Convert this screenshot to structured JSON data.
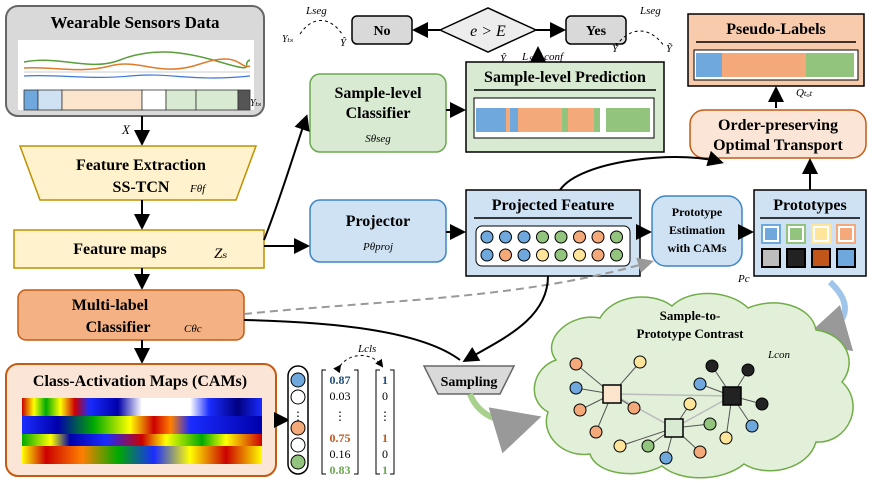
{
  "sensors": {
    "title": "Wearable Sensors Data",
    "x_label": "X",
    "y_ts": "Yₜₛ"
  },
  "feature_extraction": {
    "line1": "Feature Extraction",
    "line2": "SS-TCN",
    "param": "Fθf"
  },
  "feature_maps": {
    "title": "Feature maps",
    "symbol": "Zₛ"
  },
  "mlc": {
    "line1": "Multi-label",
    "line2": "Classifier",
    "param": "Cθc"
  },
  "cams": {
    "title": "Class-Activation Maps (CAMs)"
  },
  "scores": {
    "values": [
      "0.87",
      "0.03",
      "⋮",
      "0.75",
      "0.16",
      "0.83"
    ],
    "labels": [
      "1",
      "0",
      "⋮",
      "1",
      "0",
      "1"
    ],
    "loss": "Lcls"
  },
  "sample_classifier": {
    "line1": "Sample-level",
    "line2": "Classifier",
    "param": "Sθseg"
  },
  "sample_prediction": {
    "title": "Sample-level Prediction"
  },
  "decision": {
    "condition": "e > E",
    "no": "No",
    "yes": "Yes",
    "ls": "L",
    "ls_sub": "S",
    "lconf": "Lconf",
    "lseg": "Lseg",
    "yts": "Yₜₛ",
    "yhat": "Ŷ",
    "ytilde": "Ỹ"
  },
  "pseudo_labels": {
    "title": "Pseudo-Labels",
    "q": "Qₜₒₜ"
  },
  "optimal_transport": {
    "line1": "Order-preserving",
    "line2": "Optimal Transport"
  },
  "projector": {
    "title": "Projector",
    "param": "Pθproj"
  },
  "projected_feature": {
    "title": "Projected Feature"
  },
  "prototype_estimation": {
    "line1": "Prototype",
    "line2": "Estimation",
    "line3": "with CAMs"
  },
  "prototypes": {
    "title": "Prototypes",
    "pc": "Pc"
  },
  "sampling": {
    "title": "Sampling"
  },
  "contrast": {
    "line1": "Sample-to-",
    "line2": "Prototype Contrast",
    "loss": "Lcon"
  },
  "colors": {
    "blue": "#6fa8dc",
    "green": "#93c47d",
    "orange": "#f4a97a",
    "yellow": "#ffe599",
    "gray": "#bdbdbd",
    "black": "#222222",
    "brown": "#c0561a",
    "navy": "#1f4e79"
  }
}
